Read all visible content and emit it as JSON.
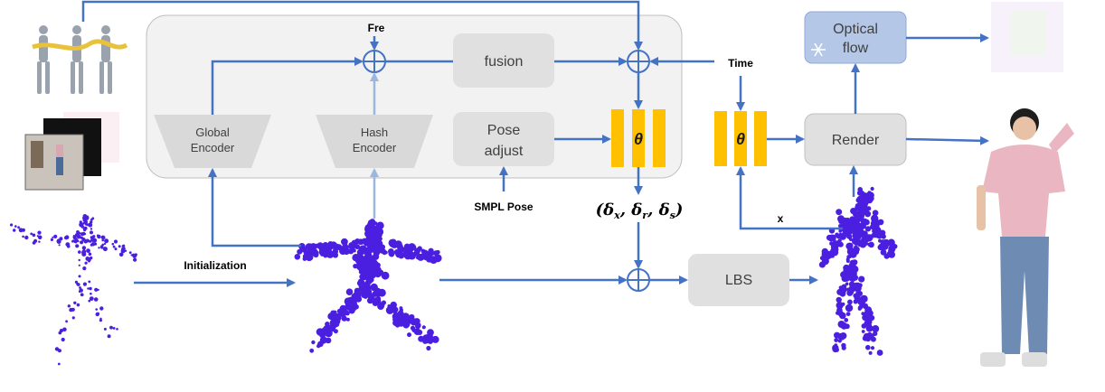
{
  "diagram": {
    "nodes": {
      "global_encoder": {
        "line1": "Global",
        "line2": "Encoder"
      },
      "hash_encoder": {
        "line1": "Hash",
        "line2": "Encoder"
      },
      "fusion": {
        "label": "fusion"
      },
      "pose_adjust": {
        "line1": "Pose",
        "line2": "adjust"
      },
      "theta_left": {
        "label": "θ"
      },
      "theta_right": {
        "label": "θ"
      },
      "optical_flow": {
        "line1": "Optical",
        "line2": "flow",
        "icon": "snowflake-icon"
      },
      "render": {
        "label": "Render"
      },
      "lbs": {
        "label": "LBS"
      }
    },
    "labels": {
      "fre": "Fre",
      "time": "Time",
      "smpl_pose": "SMPL Pose",
      "initialization": "Initialization",
      "x": "x",
      "deltas": "(δ",
      "delta_x_sub": "x",
      "delta_r": ", δ",
      "delta_r_sub": "r",
      "delta_s": ", δ",
      "delta_s_sub": "s",
      "close": ")"
    },
    "colors": {
      "arrow": "#4472c4",
      "theta_bar": "#ffc000",
      "box_gray": "#e7e7e7",
      "panel": "#f2f2f2",
      "optical_flow_fill": "#b4c7e7",
      "point_cloud": "#4b1fe0"
    }
  }
}
